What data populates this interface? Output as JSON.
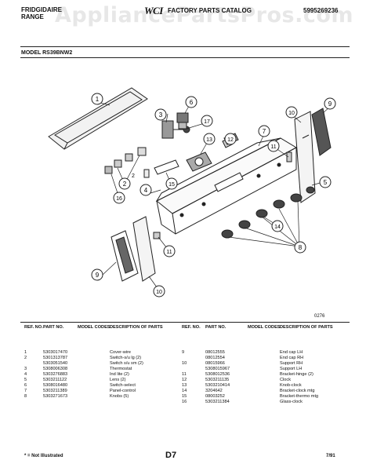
{
  "header": {
    "brand_line1": "FRIDGIDAIRE",
    "brand_line2": "RANGE",
    "logo_text": "WCI",
    "title": "FACTORY PARTS CATALOG",
    "doc_number": "5995269236",
    "watermark": "AppliancePartsPros.com",
    "model_label": "MODEL RS39BNW2"
  },
  "diagram": {
    "callouts": [
      "1",
      "2",
      "2",
      "3",
      "4",
      "5",
      "6",
      "7",
      "8",
      "9",
      "9",
      "10",
      "10",
      "11",
      "11",
      "12",
      "13",
      "14",
      "15",
      "16",
      "17"
    ],
    "figure_code": "0276"
  },
  "table": {
    "columns": [
      "REF. NO.",
      "PART NO.",
      "MODEL CODES",
      "DESCRIPTION OF PARTS"
    ],
    "left_rows": [
      {
        "ref": "1",
        "part": "5303017470",
        "desc": "Cover-wire"
      },
      {
        "ref": "2",
        "part": "5301313787",
        "desc": "Switch-s/u lg (2)"
      },
      {
        "ref": "",
        "part": "5303051540",
        "desc": "Switch s/u sm (2)"
      },
      {
        "ref": "3",
        "part": "5308006308",
        "desc": "Thermostat"
      },
      {
        "ref": "4",
        "part": "5303276883",
        "desc": "Ind lite (2)"
      },
      {
        "ref": "5",
        "part": "5303211122",
        "desc": "Lens (2)"
      },
      {
        "ref": "6",
        "part": "5308016480",
        "desc": "Switch-select"
      },
      {
        "ref": "7",
        "part": "5303211389",
        "desc": "Panel-control"
      },
      {
        "ref": "8",
        "part": "5303271673",
        "desc": "Knobs (5)"
      }
    ],
    "right_rows": [
      {
        "ref": "9",
        "part": "08012555",
        "desc": "End cap LH"
      },
      {
        "ref": "",
        "part": "08012554",
        "desc": "End cap RH"
      },
      {
        "ref": "10",
        "part": "08015966",
        "desc": "Support RH"
      },
      {
        "ref": "",
        "part": "5308015967",
        "desc": "Support LH"
      },
      {
        "ref": "11",
        "part": "5308012536",
        "desc": "Bracket-hinge (2)"
      },
      {
        "ref": "12",
        "part": "5303211135",
        "desc": "Clock"
      },
      {
        "ref": "13",
        "part": "5303210414",
        "desc": "Knob-clock"
      },
      {
        "ref": "14",
        "part": "3204642",
        "desc": "Bracket-clock mtg"
      },
      {
        "ref": "15",
        "part": "08003252",
        "desc": "Bracket-thermo mtg"
      },
      {
        "ref": "16",
        "part": "5303211384",
        "desc": "Glass-clock"
      }
    ]
  },
  "footer": {
    "note": "* = Not Illustrated",
    "page": "D7",
    "date": "7/91"
  }
}
